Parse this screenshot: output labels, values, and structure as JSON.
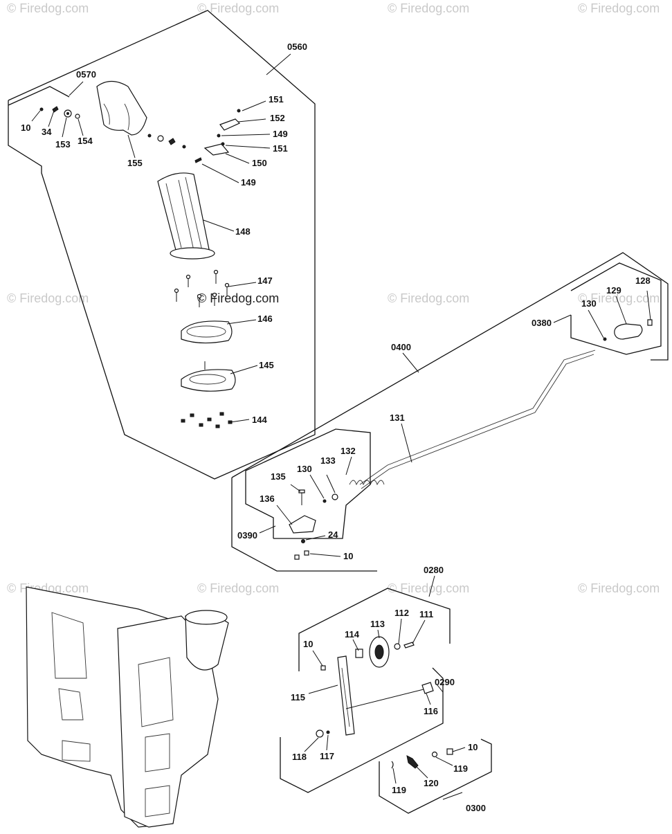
{
  "watermarks": {
    "text": "© Firedog.com",
    "main_text": "© Firedog.com"
  },
  "groups": {
    "g0560": "0560",
    "g0570": "0570",
    "g0400": "0400",
    "g0380": "0380",
    "g0390": "0390",
    "g0280": "0280",
    "g0290": "0290",
    "g0300": "0300"
  },
  "callouts": {
    "c10a": "10",
    "c34": "34",
    "c153": "153",
    "c154": "154",
    "c155": "155",
    "c151a": "151",
    "c152": "152",
    "c149a": "149",
    "c151b": "151",
    "c150": "150",
    "c149b": "149",
    "c148": "148",
    "c147": "147",
    "c146": "146",
    "c145": "145",
    "c144": "144",
    "c128": "128",
    "c129": "129",
    "c130a": "130",
    "c131": "131",
    "c132": "132",
    "c133": "133",
    "c130b": "130",
    "c135": "135",
    "c136": "136",
    "c24": "24",
    "c10b": "10",
    "c10c": "10",
    "c114": "114",
    "c113": "113",
    "c112": "112",
    "c111": "111",
    "c115": "115",
    "c116": "116",
    "c118": "118",
    "c117": "117",
    "c10d": "10",
    "c119a": "119",
    "c119b": "119",
    "c120": "120"
  },
  "colors": {
    "ink": "#111111",
    "watermark": "#c9c9c9"
  }
}
